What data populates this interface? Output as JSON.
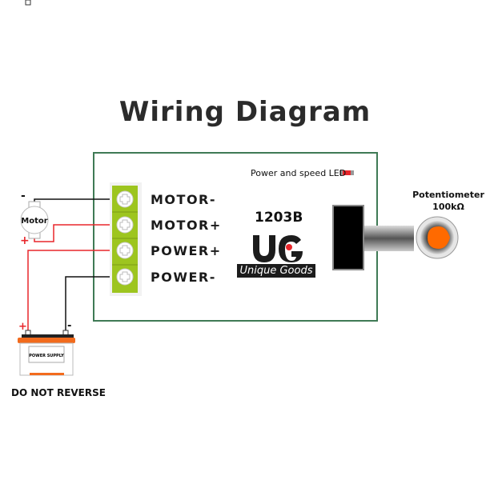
{
  "title": "Wiring Diagram",
  "board": {
    "model": "1203B",
    "led_label": "Power and speed LED",
    "brand_logo": "UG",
    "brand_name": "Unique Goods",
    "terminals": [
      {
        "label": "MOTOR-",
        "wire_color": "#111111"
      },
      {
        "label": "MOTOR+",
        "wire_color": "#e8262b"
      },
      {
        "label": "POWER+",
        "wire_color": "#e8262b"
      },
      {
        "label": "POWER-",
        "wire_color": "#111111"
      }
    ]
  },
  "motor": {
    "label": "Motor",
    "neg_sign": "-",
    "pos_sign": "+"
  },
  "battery": {
    "label": "POWER SUPPLY",
    "pos_sign": "+",
    "neg_sign": "-",
    "warning": "DO NOT REVERSE"
  },
  "potentiometer": {
    "label_line1": "Potentiometer",
    "label_line2": "100kΩ"
  },
  "colors": {
    "board_border": "#3f7a55",
    "terminal_green": "#9dc51f",
    "wire_red": "#e8262b",
    "wire_black": "#111111",
    "knob_orange": "#ff6a00",
    "battery_orange": "#f26b1d",
    "led_red": "#e8262b"
  }
}
